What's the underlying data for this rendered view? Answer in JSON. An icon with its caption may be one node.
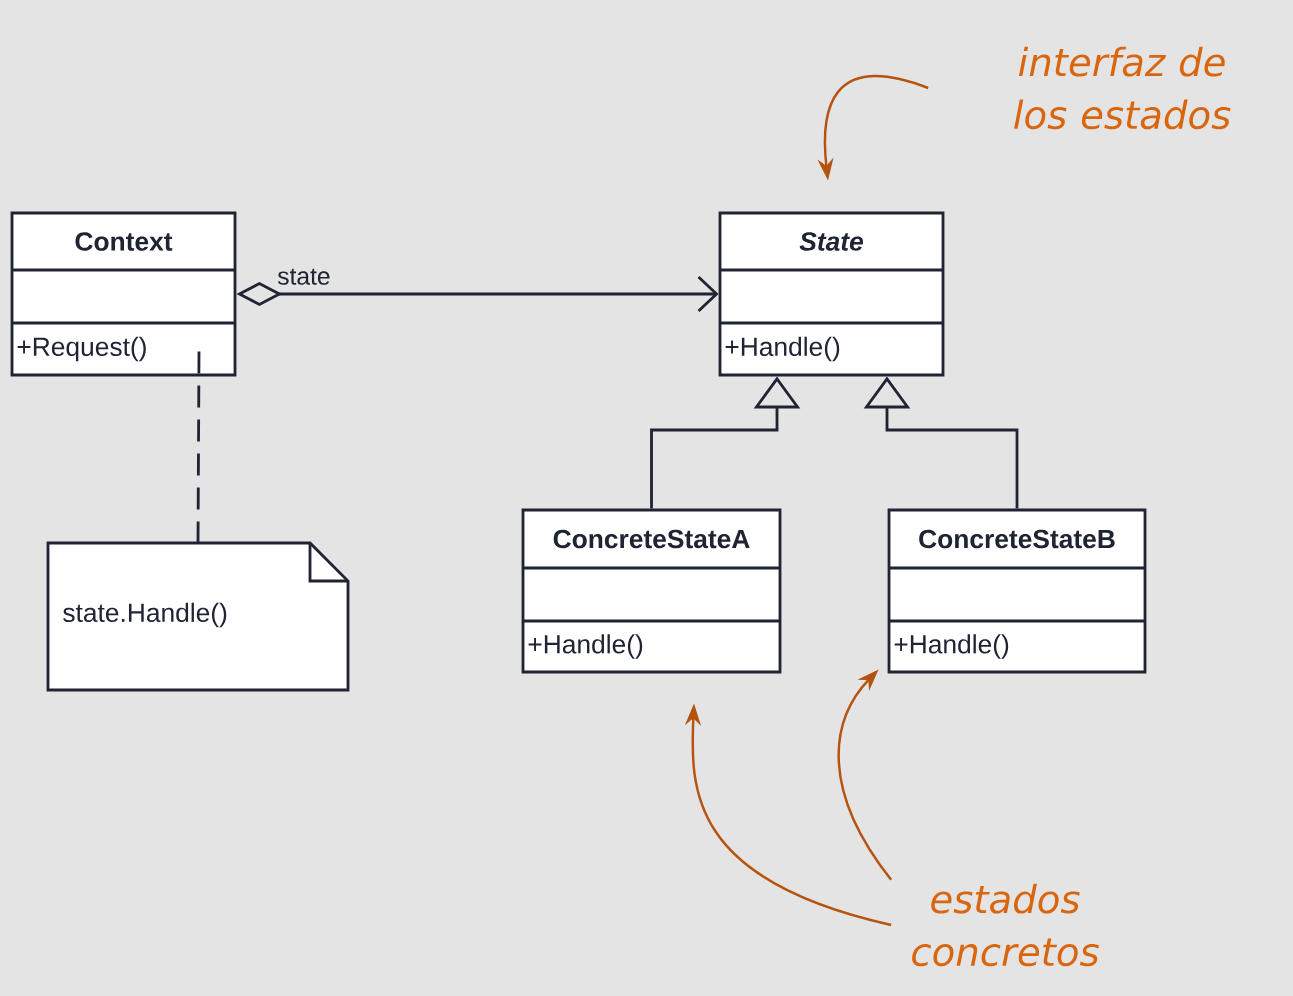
{
  "diagram": {
    "nodes": [
      {
        "text": [
          "Context",
          "+Request()"
        ]
      },
      {
        "text": [
          "State",
          "+Handle()"
        ]
      },
      {
        "text": [
          "ConcreteStateA",
          "+Handle()"
        ]
      },
      {
        "text": [
          "ConcreteStateB",
          "+Handle()"
        ]
      },
      {
        "text": [
          "state.Handle()"
        ]
      },
      {
        "text": [
          "interfaz de los estados"
        ]
      },
      {
        "text": [
          "estados concretos"
        ]
      }
    ],
    "edges": [
      {
        "from": 0,
        "to": 1,
        "arrow": "to",
        "label": "state"
      },
      {
        "from": 2,
        "to": 1,
        "arrow": "to"
      },
      {
        "from": 3,
        "to": 1,
        "arrow": "to"
      },
      {
        "from": 0,
        "to": 4,
        "arrow": "none",
        "style": "dashed"
      },
      {
        "from": 5,
        "to": 1,
        "arrow": "to",
        "color": "#b5530f"
      },
      {
        "from": 6,
        "to": 2,
        "arrow": "to",
        "color": "#b5530f"
      },
      {
        "from": 6,
        "to": 3,
        "arrow": "to",
        "color": "#b5530f"
      }
    ]
  }
}
